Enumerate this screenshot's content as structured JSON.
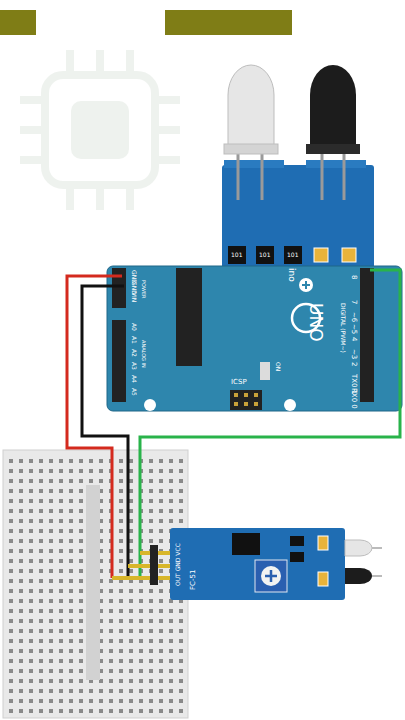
{
  "diagram": {
    "labels": [
      "GND",
      "GND",
      "VIN",
      "POWER",
      "A0",
      "A1",
      "A2",
      "A3",
      "A4",
      "A5",
      "ANALOG IN",
      "UNO",
      "ino",
      "DIGITAL (PWM~)",
      "8",
      "7",
      "~6",
      "~5",
      "4",
      "~3",
      "2",
      "TX0 1",
      "RX0 0",
      "ICSP",
      "ON",
      "101",
      "101",
      "101",
      "OUT GND VCC",
      "FC-51"
    ]
  }
}
